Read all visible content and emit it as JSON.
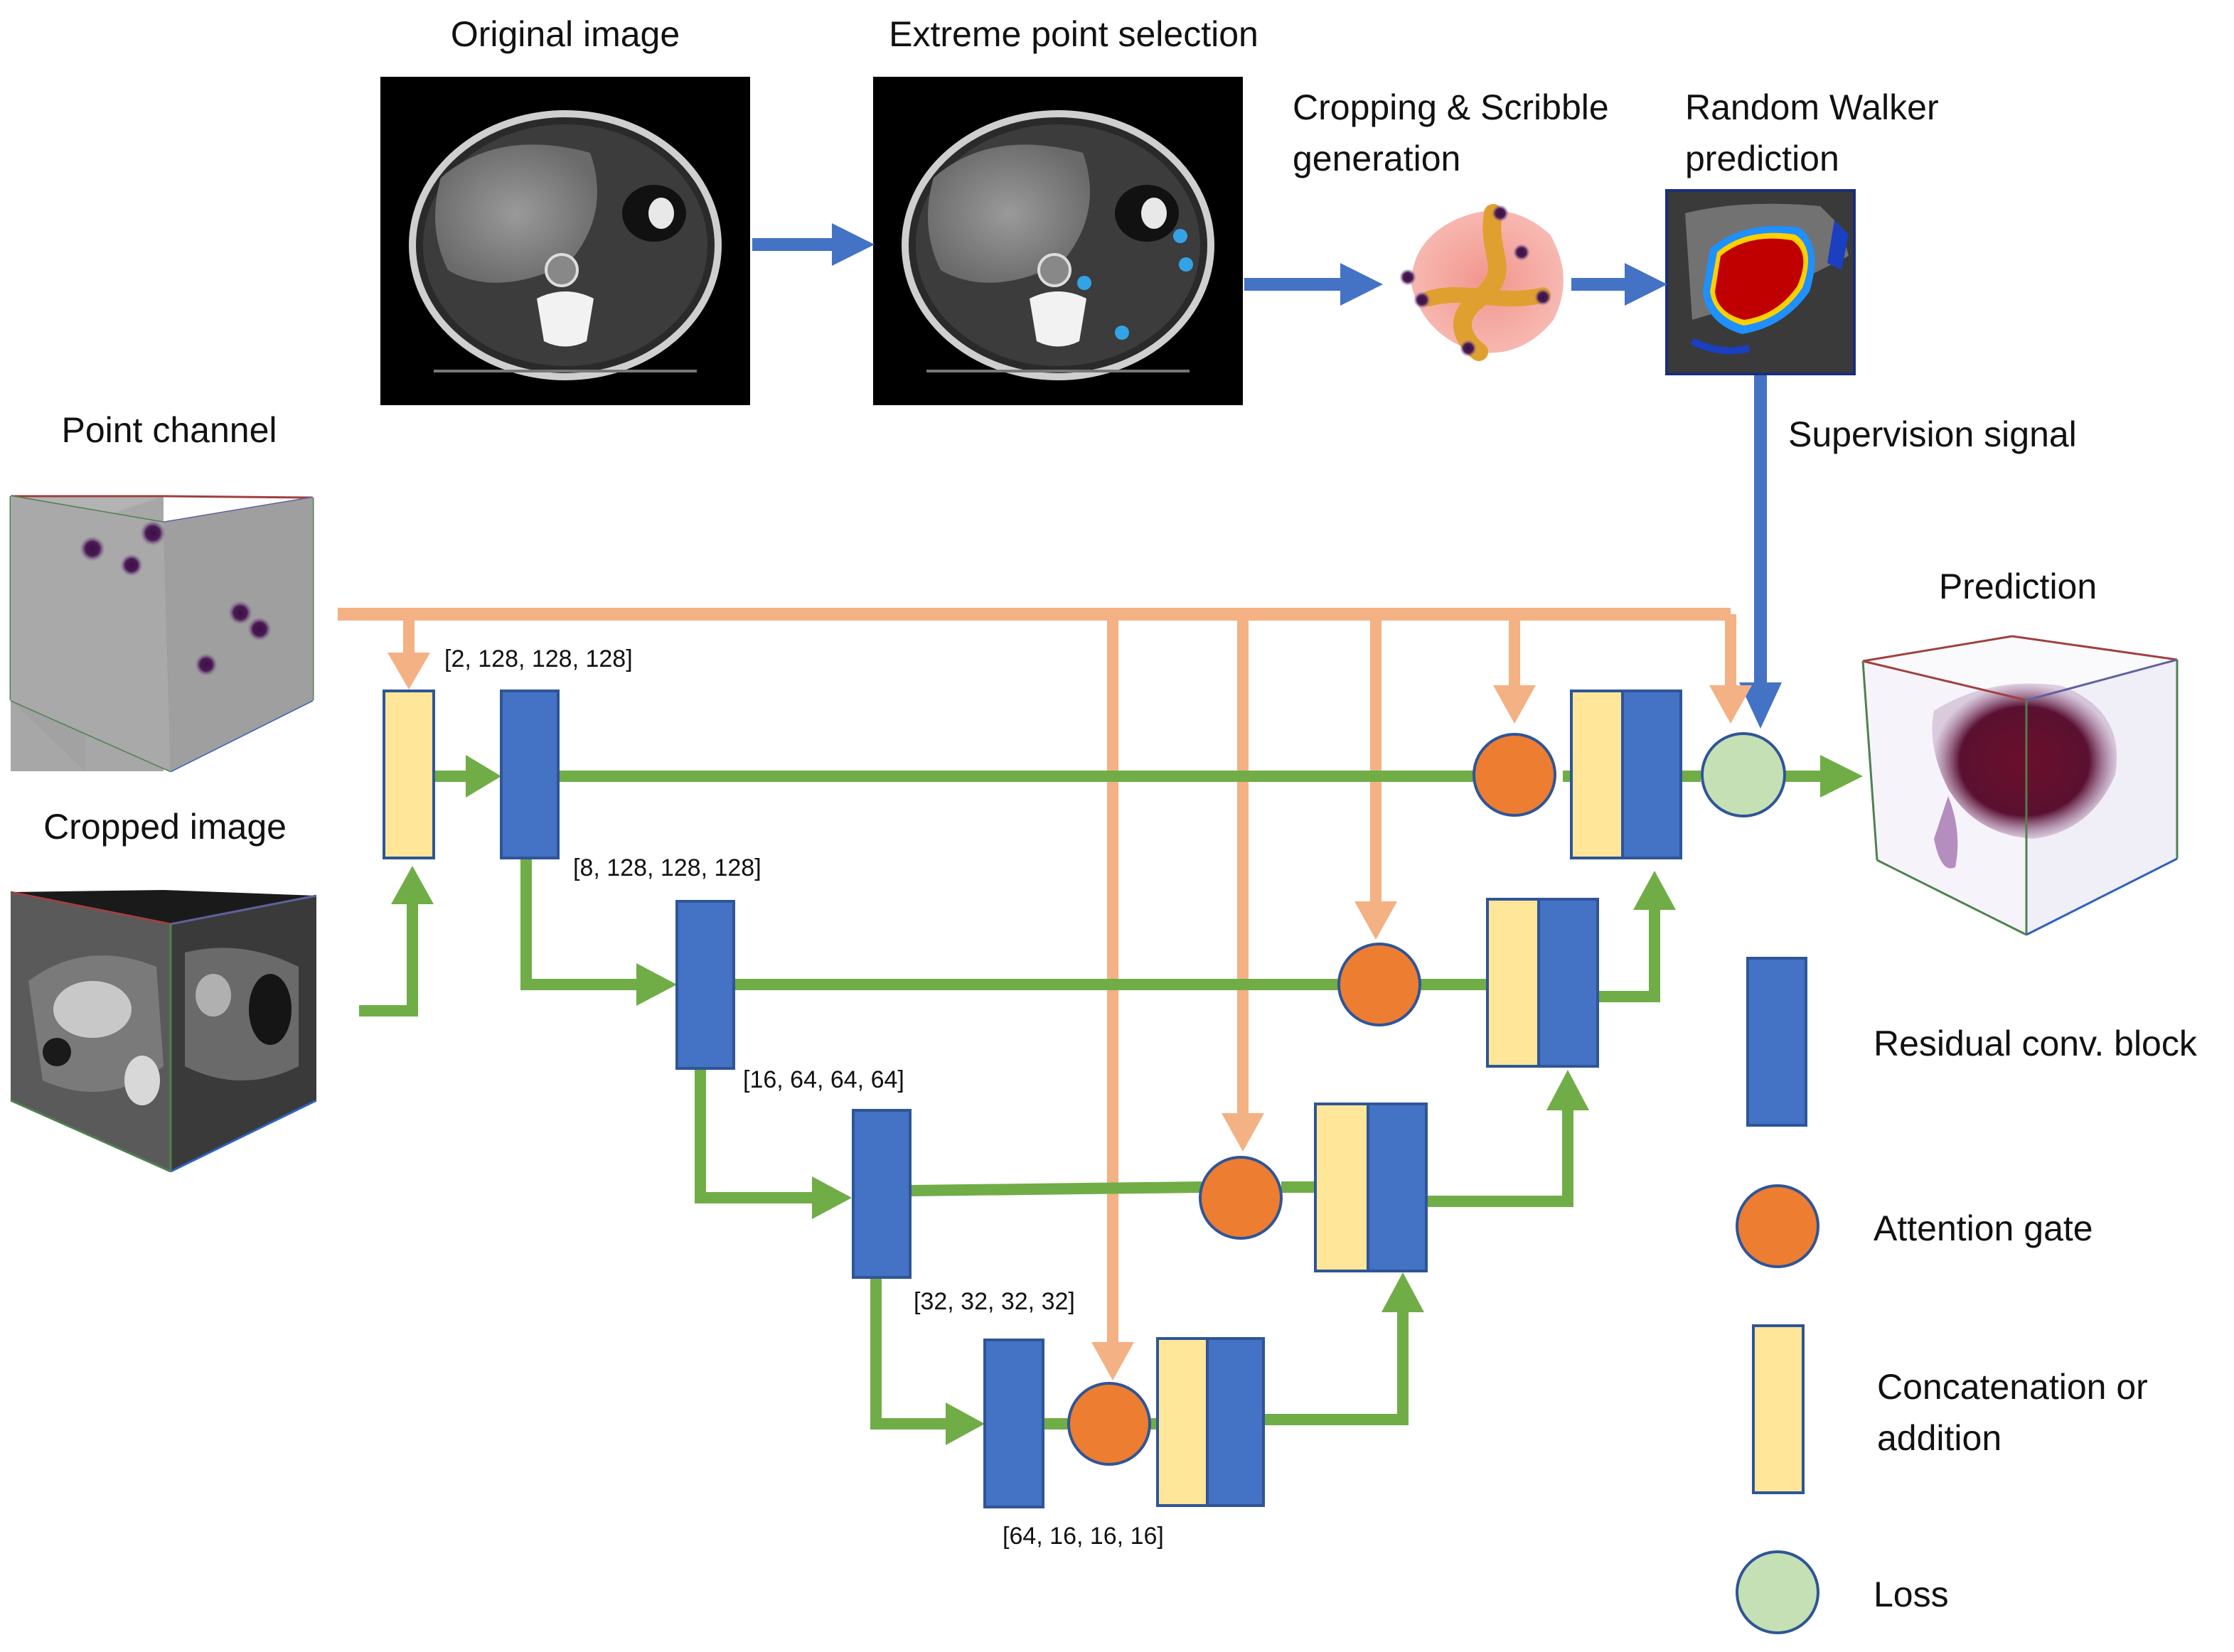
{
  "top_labels": {
    "original": "Original image",
    "extreme": "Extreme point selection",
    "cropping_line1": "Cropping & Scribble",
    "cropping_line2": "generation",
    "random_walker_line1": "Random Walker",
    "random_walker_line2": "prediction",
    "supervision": "Supervision signal"
  },
  "side_labels": {
    "point_channel": "Point channel",
    "cropped_image": "Cropped image",
    "prediction": "Prediction"
  },
  "dims": {
    "d0": "[2, 128, 128, 128]",
    "d1": "[8, 128, 128, 128]",
    "d2": "[16, 64, 64, 64]",
    "d3": "[32, 32, 32, 32]",
    "d4": "[64, 16, 16, 16]"
  },
  "legend": {
    "residual": "Residual conv. block",
    "attention": "Attention gate",
    "concat_line1": "Concatenation or",
    "concat_line2": "addition",
    "loss": "Loss"
  },
  "colors": {
    "green": "#70ad47",
    "orange_line": "#f4b183",
    "blue_line": "#4472c4",
    "block_blue": "#4472c4",
    "block_yellow": "#ffe699",
    "gate_orange": "#ed7d31",
    "loss_green": "#c5e0b4"
  }
}
